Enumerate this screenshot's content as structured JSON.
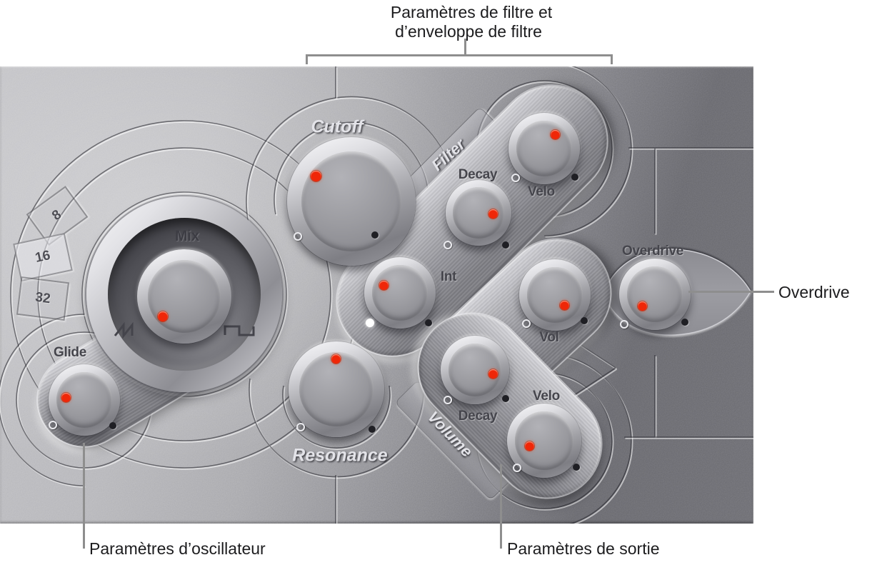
{
  "annotations": {
    "filter_group_line1": "Paramètres de filtre et",
    "filter_group_line2": "d’enveloppe de filtre",
    "overdrive_callout": "Overdrive",
    "oscillator_callout": "Paramètres d’oscillateur",
    "output_callout": "Paramètres de sortie"
  },
  "panel": {
    "octave_selector": {
      "options": [
        "8",
        "16",
        "32"
      ],
      "selected": "16"
    },
    "oscillator": {
      "mix_label": "Mix",
      "glide_label": "Glide",
      "icons": [
        "sawtooth-wave",
        "square-wave"
      ]
    },
    "filter": {
      "section_label": "Filter",
      "cutoff_label": "Cutoff",
      "resonance_label": "Resonance",
      "int_label": "Int",
      "decay_label": "Decay",
      "velo_label": "Velo"
    },
    "output": {
      "section_label": "Volume",
      "decay_label": "Decay",
      "velo_label": "Velo",
      "vol_label": "Vol",
      "overdrive_label": "Overdrive"
    },
    "colors": {
      "indicator_red": "#ef2708",
      "panel_light": "#b7b7bb",
      "panel_dark": "#66666b",
      "callout_gray": "#8e8e8e"
    }
  }
}
